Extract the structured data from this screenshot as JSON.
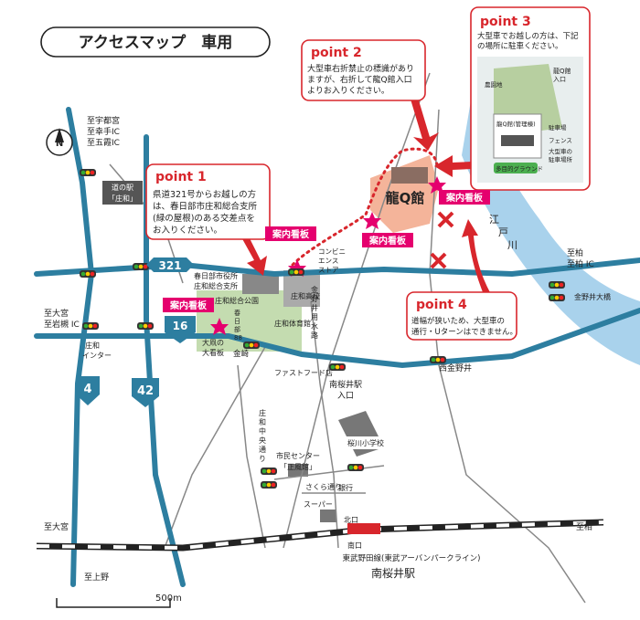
{
  "title": "アクセスマップ　車用",
  "compass": "N",
  "scale_label": "500m",
  "venue": "龍Q館",
  "route_numbers": {
    "r321": "321",
    "r16": "16",
    "r4": "4",
    "r42": "42"
  },
  "point1": {
    "heading": "point 1",
    "body": [
      "県道321号からお越しの方",
      "は、春日部市庄和総合支所",
      "(緑の屋根)のある交差点を",
      "お入りください。"
    ]
  },
  "point2": {
    "heading": "point 2",
    "body": [
      "大型車右折禁止の標識があり",
      "ますが、右折して龍Q館入口",
      "よりお入りください。"
    ]
  },
  "point3": {
    "heading": "point 3",
    "body": [
      "大型車でお越しの方は、下記",
      "の場所に駐車ください。"
    ],
    "inset_labels": [
      "龍Q館",
      "入口",
      "農園地",
      "龍Q館(管理棟)",
      "駐車場",
      "フェンス",
      "大型車の",
      "駐車場所",
      "多目的グラウンド"
    ]
  },
  "point4": {
    "heading": "point 4",
    "body": [
      "道幅が狭いため、大型車の",
      "通行・Uターンはできません。"
    ]
  },
  "signboards": [
    "案内看板",
    "案内看板",
    "案内看板",
    "案内看板"
  ],
  "big_signboard": [
    "大凧の",
    "大看板"
  ],
  "places": {
    "shiwa_station": [
      "道の駅",
      "「庄和」"
    ],
    "shisho": [
      "春日部市役所",
      "庄和総合支所"
    ],
    "park": "庄和総合公園",
    "gym": "庄和体育館",
    "high_school": "庄和高校",
    "kanazaki": "金崎",
    "kanno_line": [
      "金",
      "野",
      "井",
      "用",
      "水",
      "路"
    ],
    "convenience": [
      "コンビニ",
      "エンス",
      "ストア"
    ],
    "fastfood": "ファストフード店",
    "minamisakurai_entrance": [
      "南桜井駅",
      "入口"
    ],
    "nishi_kanoi": "西金野井",
    "kanoi_bridge": "金野井大橋",
    "edogawa": [
      "江",
      "戸",
      "川"
    ],
    "sakurakawa_school": "桜川小学校",
    "chuo_dori": [
      "庄",
      "和",
      "中",
      "央",
      "通",
      "り"
    ],
    "civic_center": [
      "市民センター",
      "「正風館」"
    ],
    "sakura_dori": "さくら通り",
    "bank": "銀行",
    "supermarket": "スーパー",
    "kitaguchi": "北口",
    "minamiguchi": "南口",
    "railway": "東武野田線(東武アーバンパークライン)",
    "station": "南桜井駅",
    "kasukabe_ic_label": [
      "春",
      "日",
      "部"
    ],
    "station_label_small": "88"
  },
  "edge_labels": {
    "nw": [
      "至宇都宮",
      "至幸手IC",
      "至五霞IC"
    ],
    "w": [
      "至大宮",
      "至岩槻 IC"
    ],
    "sw": "至大宮",
    "s": "至上野",
    "ne": [
      "至柏",
      "至柏 IC"
    ],
    "se": "至柏"
  },
  "ic_label": [
    "庄和",
    "インター"
  ],
  "colors": {
    "road_blue": "#2d7ea0",
    "route_red": "#d8262c",
    "magenta": "#e5006e",
    "park_green": "#c4dcb0",
    "river": "#a9d2ec"
  }
}
